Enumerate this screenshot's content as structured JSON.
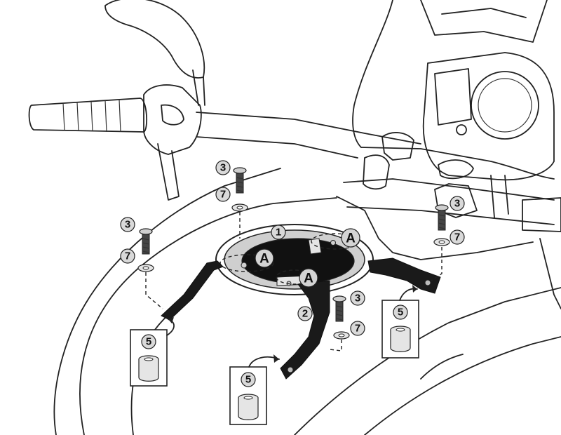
{
  "callouts": {
    "c1": "1",
    "c2": "2",
    "c3a": "3",
    "c3b": "3",
    "c3c": "3",
    "c3d": "3",
    "c5a": "5",
    "c5b": "5",
    "c5c": "5",
    "c7a": "7",
    "c7b": "7",
    "c7c": "7",
    "c7d": "7"
  },
  "markers": {
    "a1": "A",
    "a2": "A",
    "a3": "A"
  },
  "colors": {
    "line": "#222222",
    "badge_fill": "#d9d9d9",
    "bracket_fill": "#1a1a1a",
    "background": "#ffffff"
  }
}
